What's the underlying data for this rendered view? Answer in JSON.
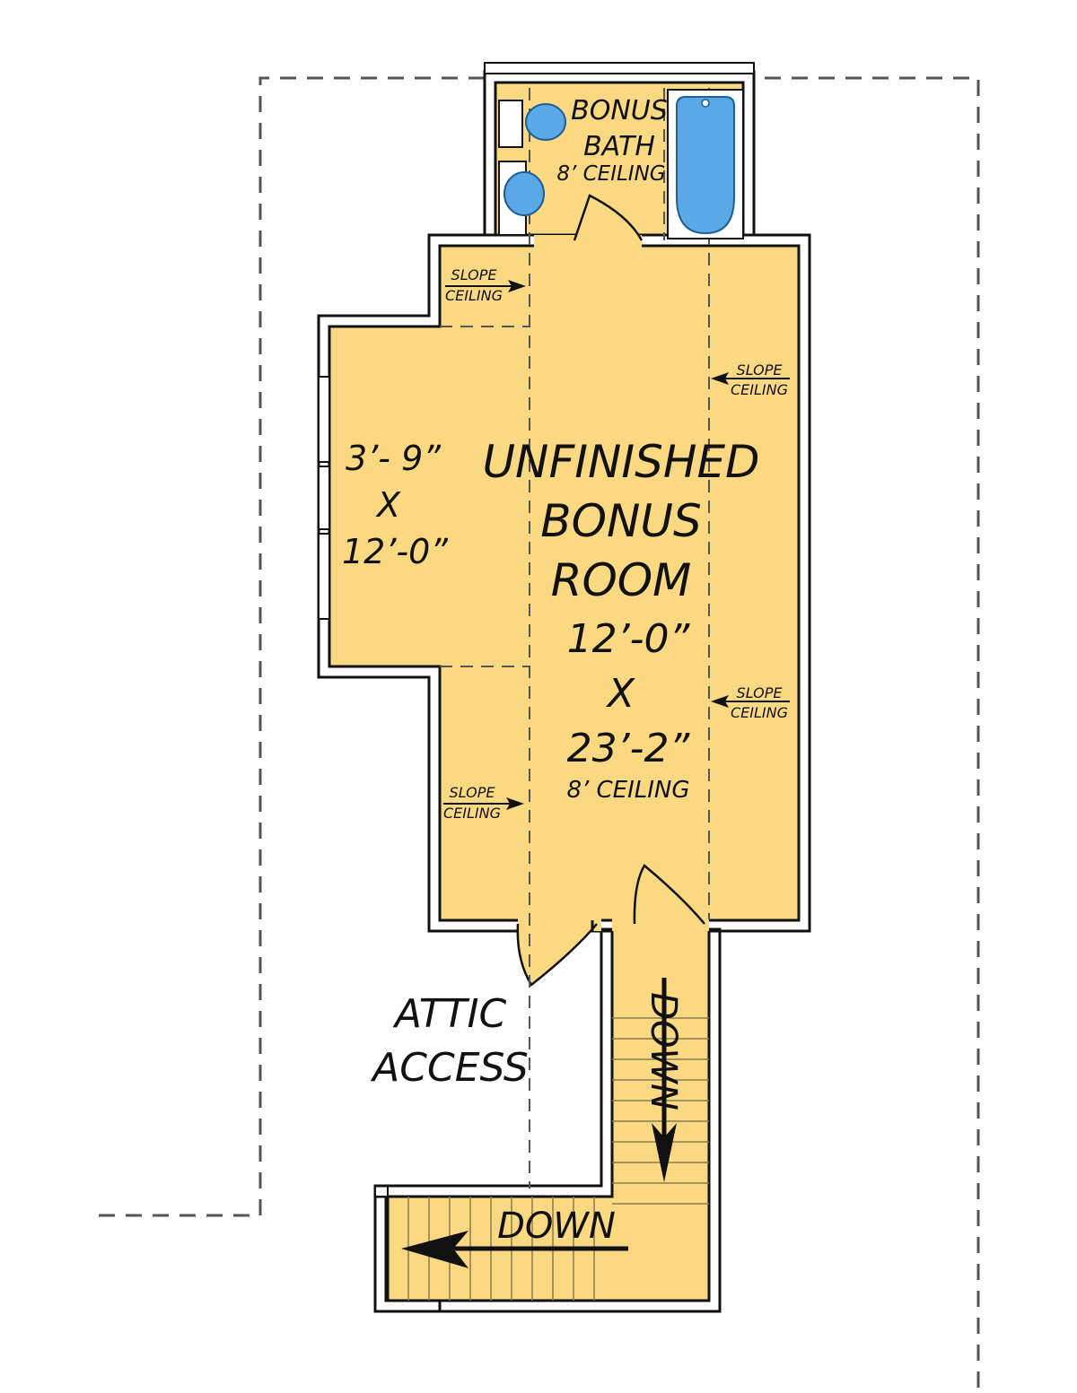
{
  "colors": {
    "room_fill": "#fbd982",
    "wall": "#111111",
    "fixture_blue": "#5aa8e6",
    "fixture_stroke": "#1f5f93",
    "background": "#ffffff"
  },
  "rooms": {
    "bath": {
      "line1": "BONUS",
      "line2": "BATH",
      "ceiling": "8’ CEILING"
    },
    "bonus_room": {
      "line1": "UNFINISHED",
      "line2": "BONUS",
      "line3": "ROOM",
      "dim_w": "12’-0”",
      "dim_x": "X",
      "dim_l": "23’-2”",
      "ceiling": "8’ CEILING"
    },
    "alcove": {
      "dim_w": "3’- 9”",
      "dim_x": "X",
      "dim_l": "12’-0”"
    },
    "attic": {
      "line1": "ATTIC",
      "line2": "ACCESS"
    }
  },
  "slope_notes": [
    {
      "line1": "SLOPE",
      "line2": "CEILING"
    },
    {
      "line1": "SLOPE",
      "line2": "CEILING"
    },
    {
      "line1": "SLOPE",
      "line2": "CEILING"
    },
    {
      "line1": "SLOPE",
      "line2": "CEILING"
    }
  ],
  "stairs": {
    "upper_label": "DOWN",
    "lower_label": "DOWN"
  },
  "icons": [
    "toilet-icon",
    "sink-icon",
    "bathtub-icon",
    "arrow-icon"
  ]
}
